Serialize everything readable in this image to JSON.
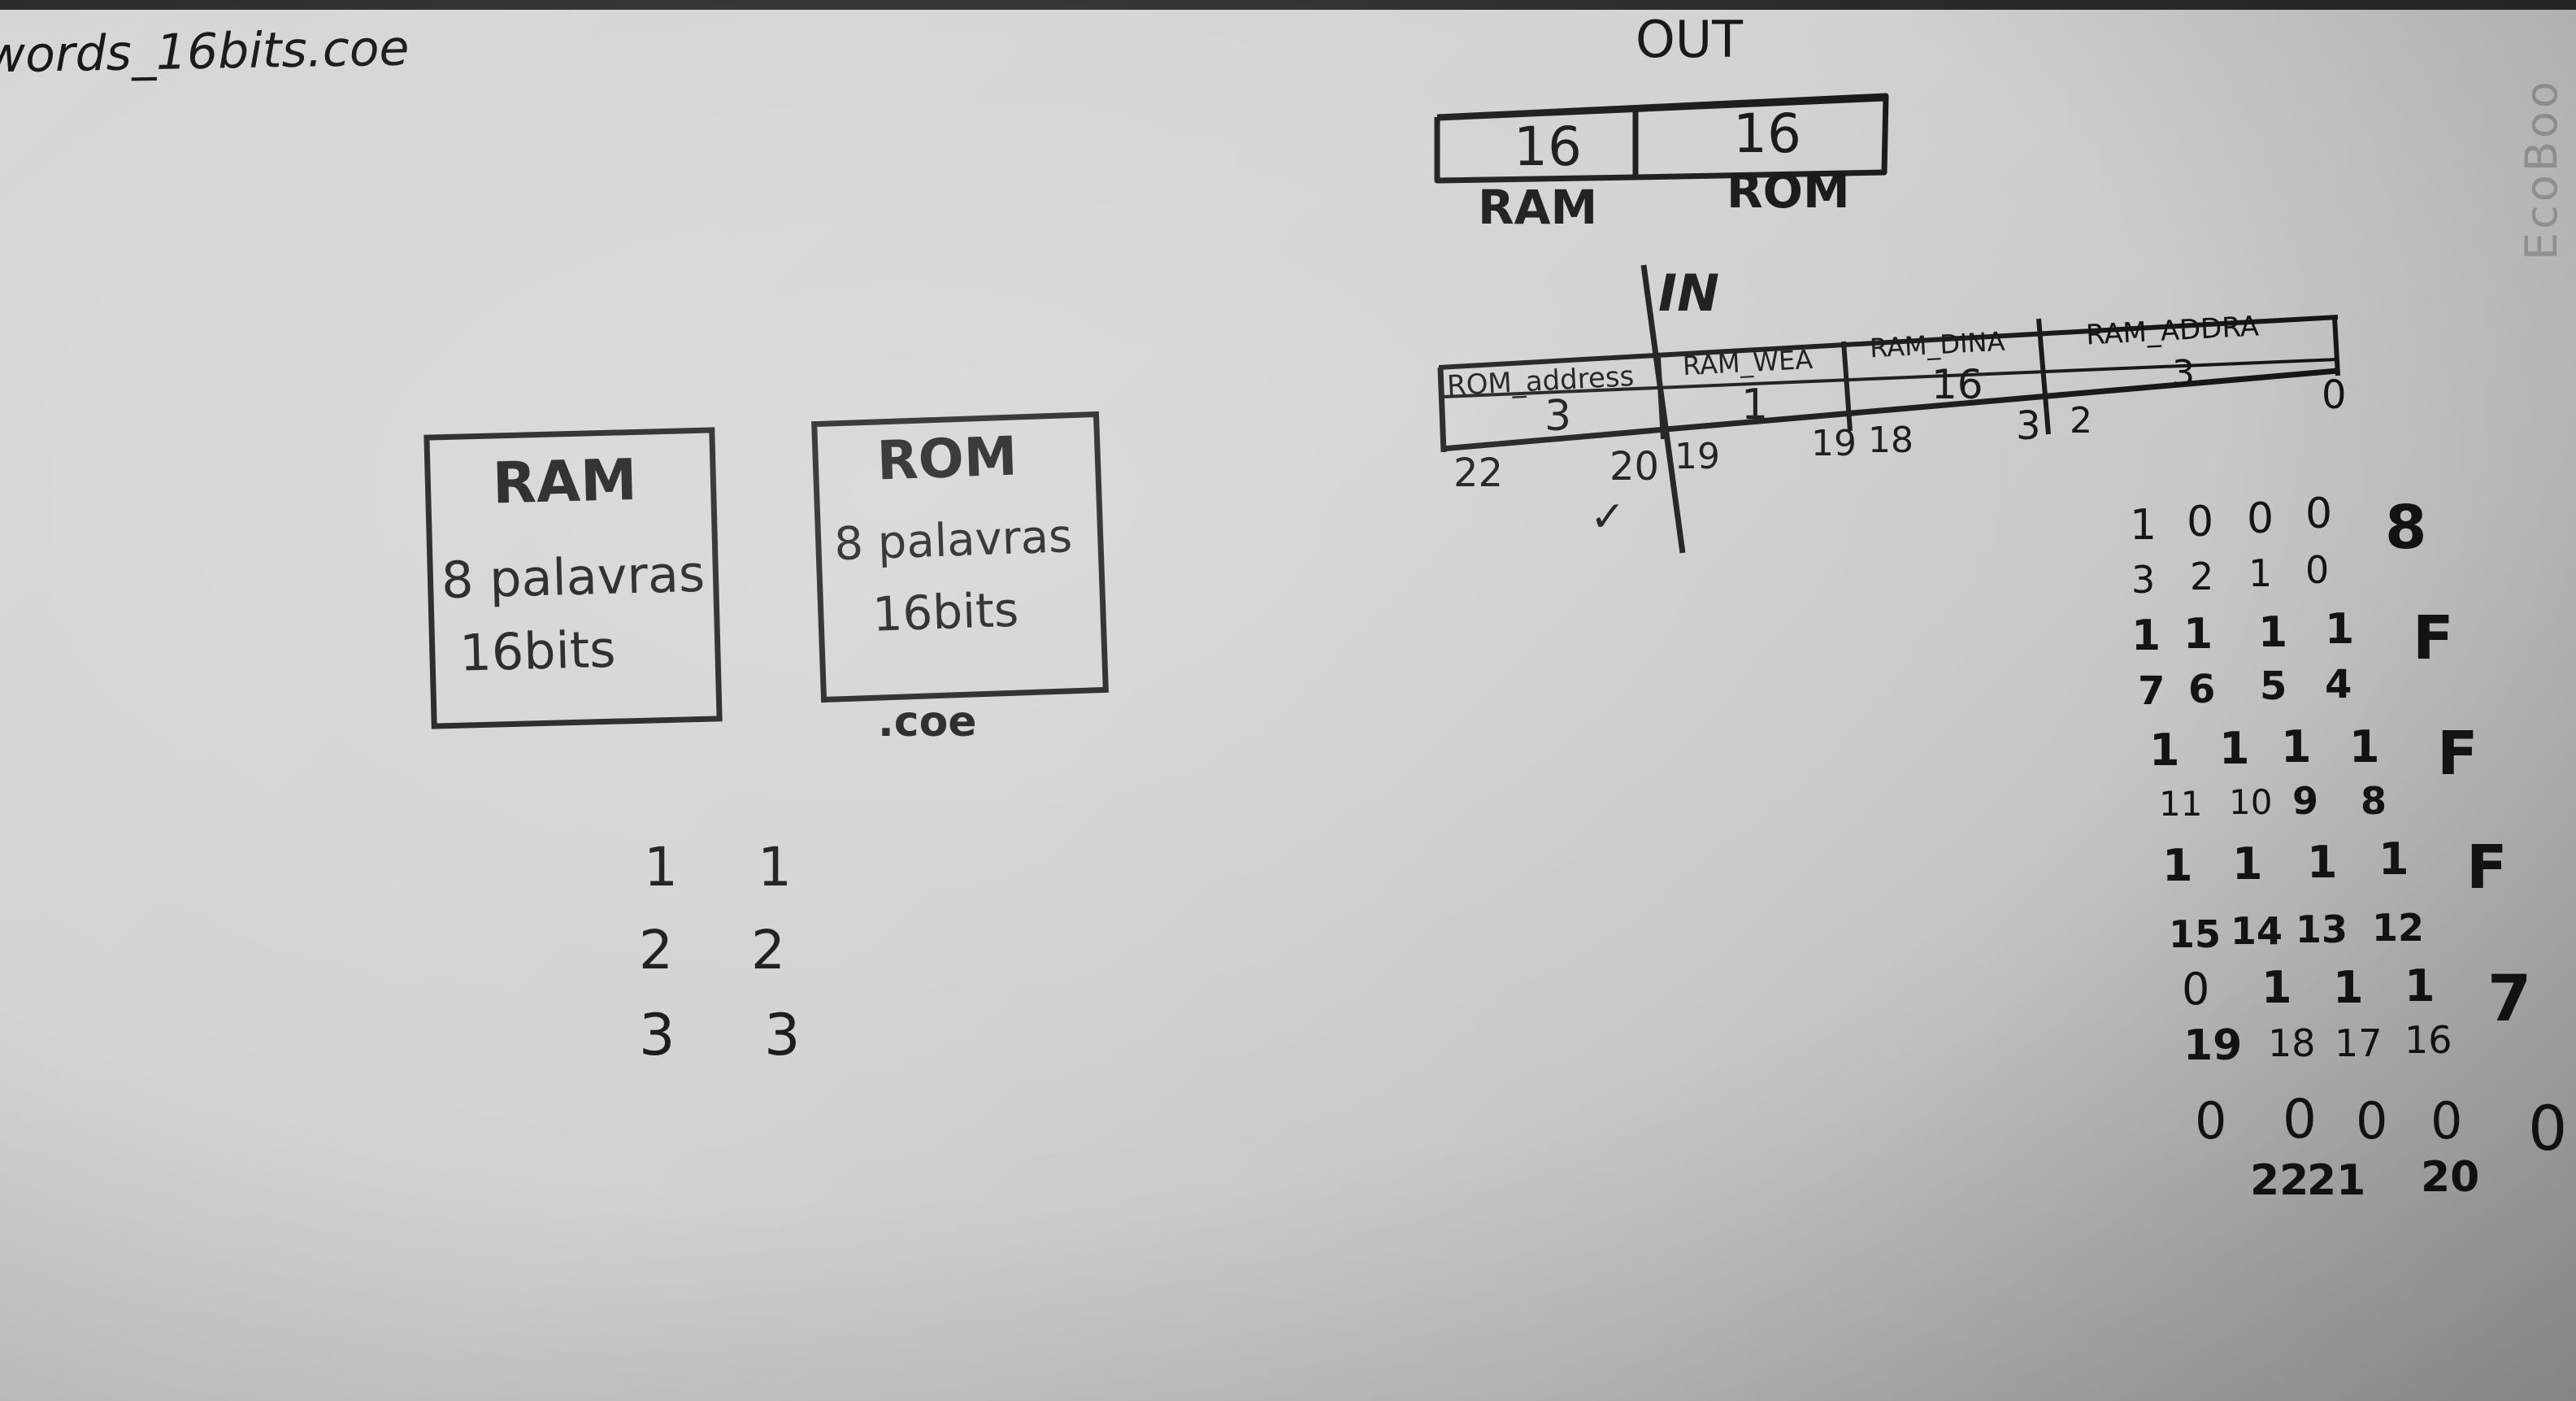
{
  "header_filename": "words_16bits.coe",
  "brand": "EcoBoo",
  "out_register": {
    "title": "OUT",
    "cells": [
      {
        "value": "16",
        "label": "RAM"
      },
      {
        "value": "16",
        "label": "ROM"
      }
    ]
  },
  "in_register": {
    "title": "IN",
    "fields": [
      {
        "name": "ROM_address",
        "width": "3"
      },
      {
        "name": "RAM_WEA",
        "width": "1"
      },
      {
        "name": "RAM_DINA",
        "width": "16"
      },
      {
        "name": "RAM_ADDRA",
        "width": "3"
      }
    ],
    "bit_labels": [
      "22",
      "20",
      "19",
      "19",
      "18",
      "3",
      "2",
      "0"
    ],
    "check_mark": "✓"
  },
  "ram_box": {
    "title": "RAM",
    "line1": "8 palavras",
    "line2": "16bits"
  },
  "rom_box": {
    "title": "ROM",
    "line1": "8 palavras",
    "line2": "16bits",
    "caption": ".coe"
  },
  "pairs_table": [
    [
      "1",
      "1"
    ],
    [
      "2",
      "2"
    ],
    [
      "3",
      "3"
    ]
  ],
  "binary_groups": [
    {
      "bits": [
        "1",
        "0",
        "0",
        "0"
      ],
      "hex": "8",
      "indices": [
        "3",
        "2",
        "1",
        "0"
      ]
    },
    {
      "bits": [
        "1",
        "1",
        "1",
        "1"
      ],
      "hex": "F",
      "indices": [
        "7",
        "6",
        "5",
        "4"
      ]
    },
    {
      "bits": [
        "1",
        "1",
        "1",
        "1"
      ],
      "hex": "F",
      "indices": [
        "11",
        "10",
        "9",
        "8"
      ]
    },
    {
      "bits": [
        "1",
        "1",
        "1",
        "1"
      ],
      "hex": "F",
      "indices": [
        "15",
        "14",
        "13",
        "12"
      ]
    },
    {
      "bits": [
        "0",
        "1",
        "1",
        "1"
      ],
      "hex": "7",
      "indices": [
        "19",
        "18",
        "17",
        "16"
      ]
    },
    {
      "bits": [
        "0",
        "0",
        "0",
        "0"
      ],
      "hex": "0",
      "indices": [
        "22",
        "21",
        "20"
      ]
    }
  ]
}
